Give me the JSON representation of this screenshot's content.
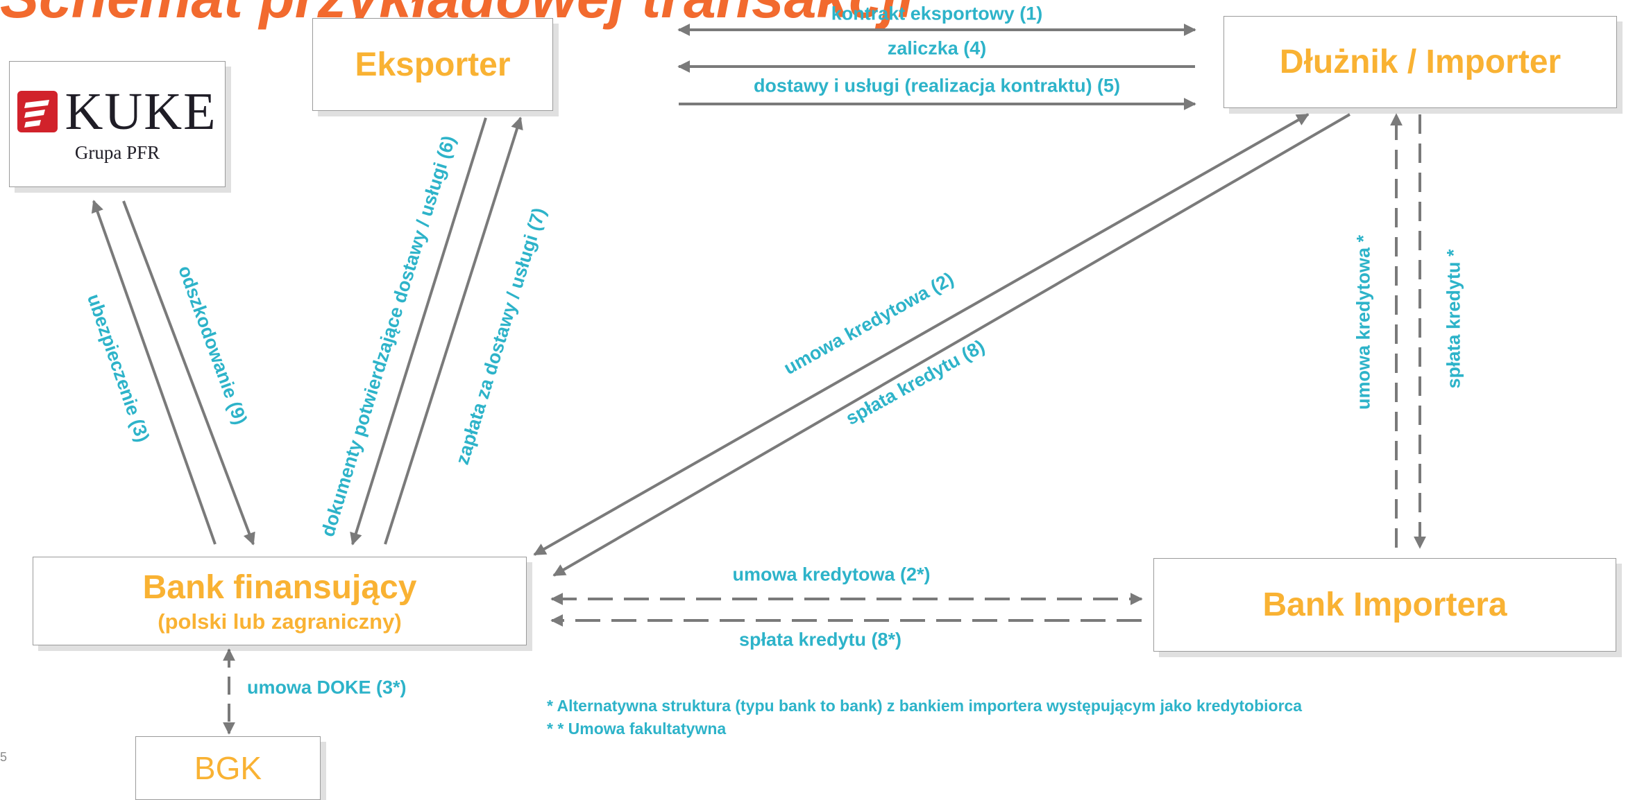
{
  "title": "Schemat przykładowej transakcji",
  "entities": {
    "eksporter": "Eksporter",
    "dluznik": "Dłużnik / Importer",
    "bank_finansujacy": "Bank finansujący",
    "bank_finansujacy_sub": "(polski lub zagraniczny)",
    "bank_importera": "Bank Importera",
    "bgk": "BGK",
    "kuke_logo_word": "KUKE",
    "kuke_logo_sub": "Grupa PFR"
  },
  "flows": {
    "kontrakt": "kontrakt eksportowy (1)",
    "zaliczka": "zaliczka (4)",
    "dostawy": "dostawy i usługi (realizacja kontraktu) (5)",
    "ubezpieczenie": "ubezpieczenie (3)",
    "odszkodowanie": "odszkodowanie (9)",
    "dokumenty": "dokumenty potwierdzające dostawy / usługi (6)",
    "zaplata": "zapłata za dostawy / usługi (7)",
    "umowa_kredytowa": "umowa kredytowa (2)",
    "splata_kredytu": "spłata kredytu (8)",
    "umowa_kredytowa_alt": "umowa kredytowa *",
    "splata_kredytu_alt": "spłata kredytu *",
    "umowa_kredytowa_2s": "umowa kredytowa (2*)",
    "splata_kredytu_8s": "spłata kredytu (8*)",
    "umowa_doke": "umowa DOKE (3*)"
  },
  "notes": {
    "alt_structure": "* Alternatywna struktura (typu bank to bank) z bankiem importera występującym jako kredytobiorca",
    "optional": "* * Umowa fakultatywna"
  },
  "page_number": "5",
  "colors": {
    "title": "#f26a2e",
    "entity_text": "#f9b233",
    "flow_label": "#2db3c9",
    "arrow": "#7a7a7a",
    "kuke_logo": "#d1222b"
  }
}
